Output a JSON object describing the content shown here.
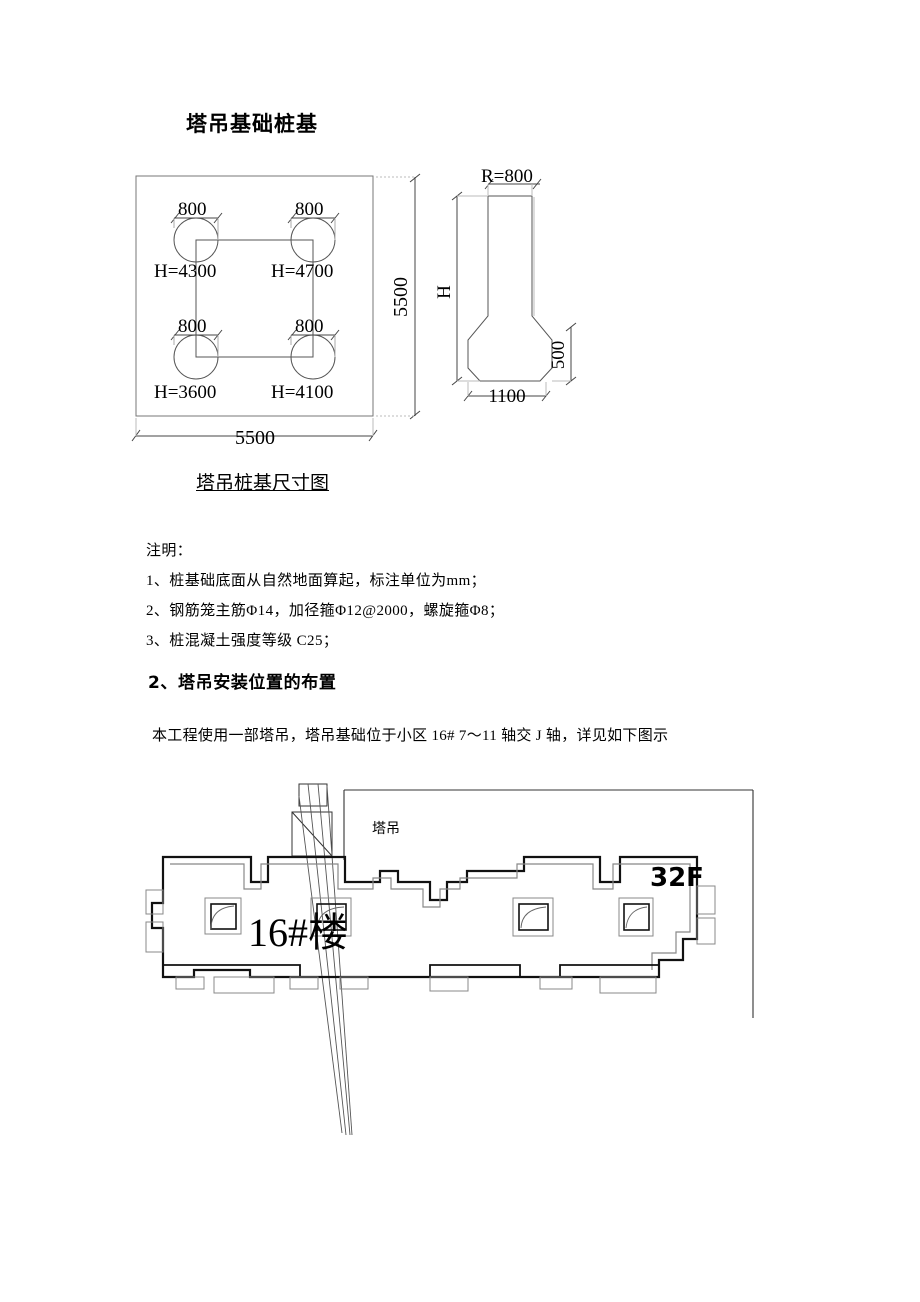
{
  "document": {
    "title": "塔吊基础桩基"
  },
  "figure_pile": {
    "caption": "塔吊桩基尺寸图",
    "plan": {
      "width_dim": "5500",
      "height_dim": "5500",
      "piles": [
        {
          "position": "top-left",
          "diameter_label": "800",
          "depth_label": "H=4300"
        },
        {
          "position": "top-right",
          "diameter_label": "800",
          "depth_label": "H=4700"
        },
        {
          "position": "bottom-left",
          "diameter_label": "800",
          "depth_label": "H=3600"
        },
        {
          "position": "bottom-right",
          "diameter_label": "800",
          "depth_label": "H=4100"
        }
      ]
    },
    "section": {
      "top_dim": "R=800",
      "height_dim": "H",
      "bell_dim": "500",
      "base_dim": "1100"
    }
  },
  "notes": {
    "heading": "注明：",
    "items": [
      "1、桩基础底面从自然地面算起，标注单位为mm；",
      "2、钢筋笼主筋Φ14，加径箍Φ12@2000，螺旋箍Φ8；",
      "3、桩混凝土强度等级 C25；"
    ]
  },
  "section2": {
    "heading": "2、塔吊安装位置的布置",
    "paragraph": "本工程使用一部塔吊，塔吊基础位于小区 16# 7～11 轴交 J 轴，详见如下图示"
  },
  "figure_site": {
    "crane_label": "塔吊",
    "building_label": "16#楼",
    "floors_label": "32F"
  },
  "colors": {
    "ink": "#000000",
    "thin_line": "#3a3a3a",
    "gray_line": "#8a8a8a",
    "paper": "#ffffff"
  }
}
